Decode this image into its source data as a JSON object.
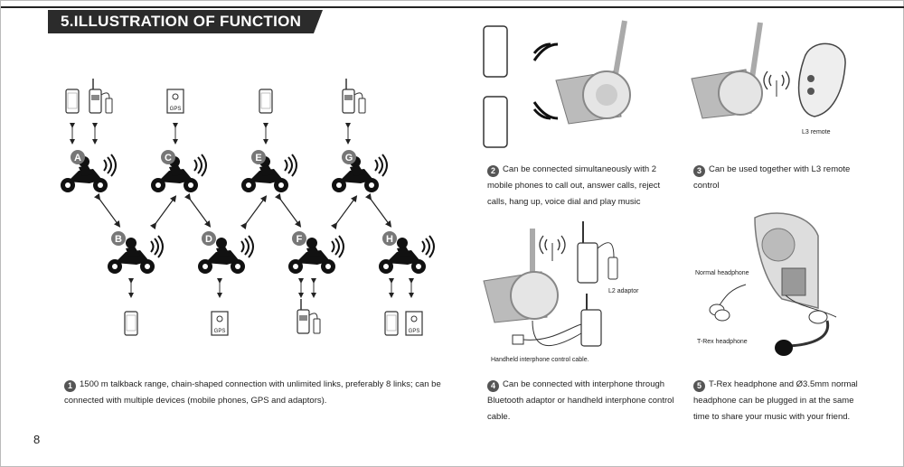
{
  "title": "5.ILLUSTRATION OF FUNCTION",
  "page_number": "8",
  "nodes": [
    "A",
    "B",
    "C",
    "D",
    "E",
    "F",
    "G",
    "H"
  ],
  "gps_label": "GPS",
  "captions": {
    "c1": {
      "num": "1",
      "text": "1500 m talkback range, chain-shaped connection with unlimited links, preferably 8 links; can be connected with multiple devices (mobile phones, GPS and adaptors)."
    },
    "c2": {
      "num": "2",
      "text": "Can be connected simultaneously with 2 mobile phones to call out, answer calls, reject calls, hang up, voice dial and play music"
    },
    "c3": {
      "num": "3",
      "text": "Can be used together with L3 remote control"
    },
    "c4": {
      "num": "4",
      "text": "Can be connected with interphone through Bluetooth adaptor or handheld interphone control cable."
    },
    "c5": {
      "num": "5",
      "text": "T-Rex headphone and Ø3.5mm normal headphone can be plugged in at the same time to share your music with your friend."
    }
  },
  "labels": {
    "l3_remote": "L3 remote",
    "l2_adaptor": "L2 adaptor",
    "handheld_cable": "Handheld interphone control cable.",
    "normal_headphone": "Normal headphone",
    "trex_headphone": "T-Rex headphone"
  }
}
